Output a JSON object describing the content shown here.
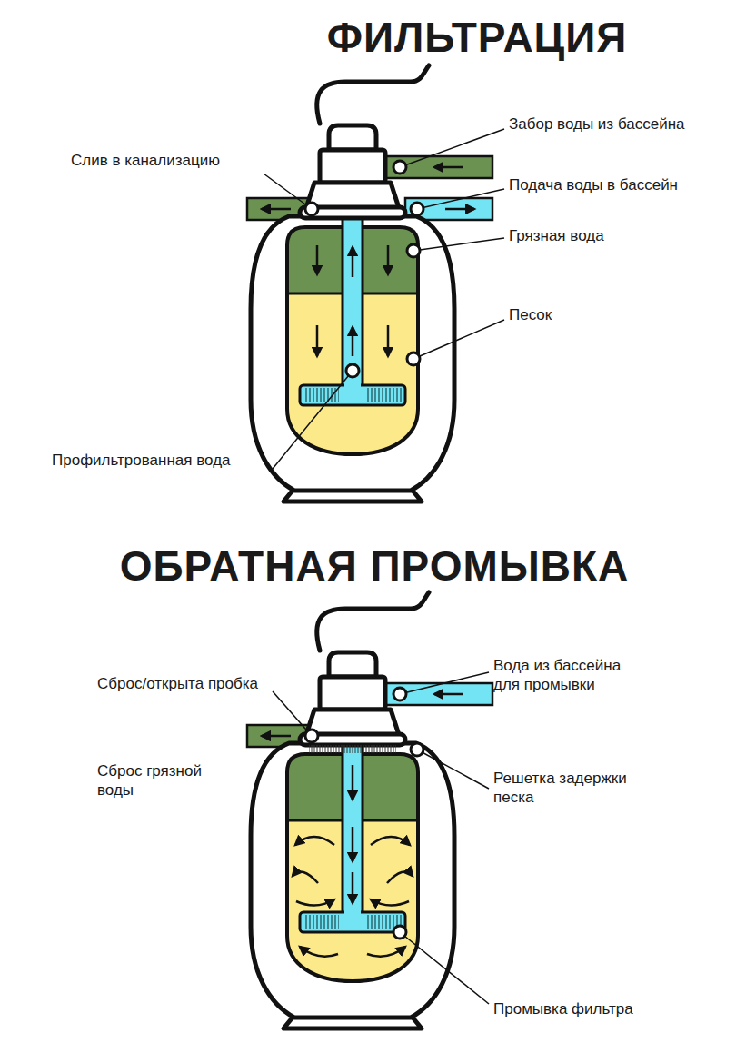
{
  "diagram": {
    "labels": [
      "ФИЛЬТРАЦИЯ",
      "Забор воды из бассейна",
      "Слив в канализацию",
      "Подача воды в бассейн",
      "Грязная вода",
      "Песок",
      "Профильтрованная вода",
      "ОБРАТНАЯ ПРОМЫВКА",
      "Вода из бассейна для промывки",
      "Сброс/открыта пробка",
      "Сброс грязной воды",
      "Решетка задержки песка",
      "Промывка фильтра"
    ]
  }
}
